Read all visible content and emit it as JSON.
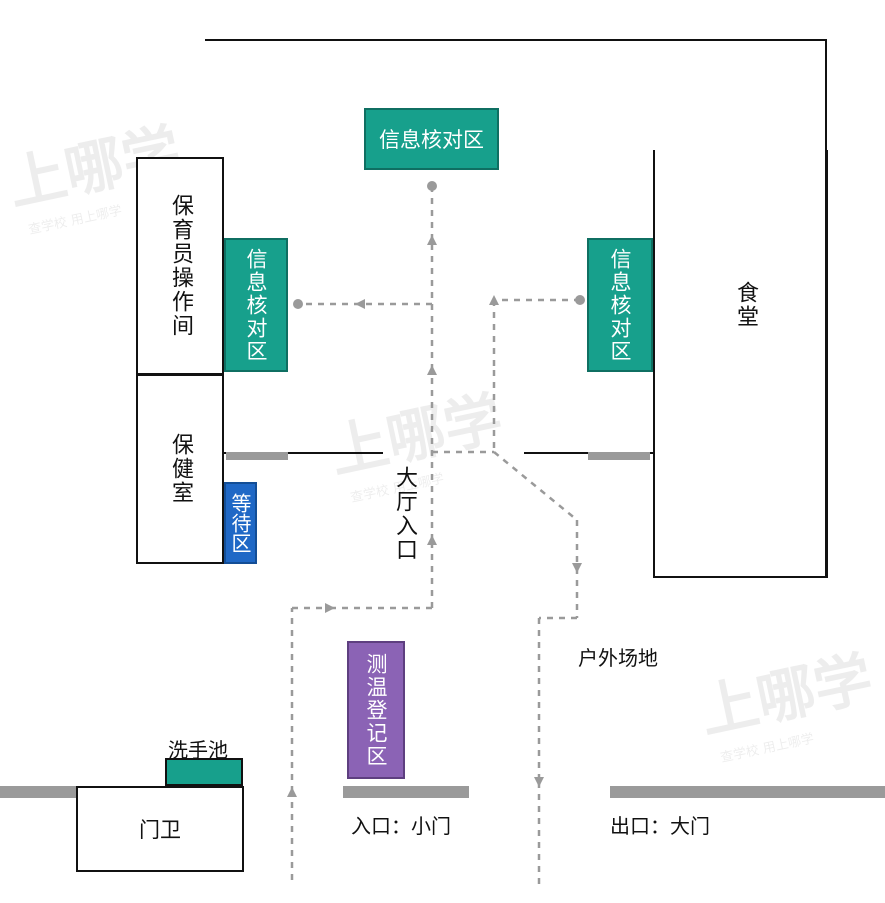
{
  "areas": {
    "info_check_top": "信息核对区",
    "info_check_left": "信息核对区",
    "info_check_right": "信息核对区",
    "caregiver_room": "保育员操作间",
    "health_room": "保健室",
    "waiting_area": "等待区",
    "canteen": "食堂",
    "hall_entrance": "大厅入口",
    "temp_register": "测温登记区",
    "outdoor_space": "户外场地",
    "handwash_sink": "洗手池",
    "guard_room": "门卫",
    "entrance_small_gate": "入口：小门",
    "exit_main_gate": "出口：大门"
  },
  "watermark": {
    "brand": "上哪学",
    "sub": "查学校 用上哪学"
  },
  "colors": {
    "teal": "#17a08c",
    "blue": "#1f68c6",
    "purple": "#8b63b5",
    "path": "#9a9a9a",
    "wall": "#111111"
  }
}
